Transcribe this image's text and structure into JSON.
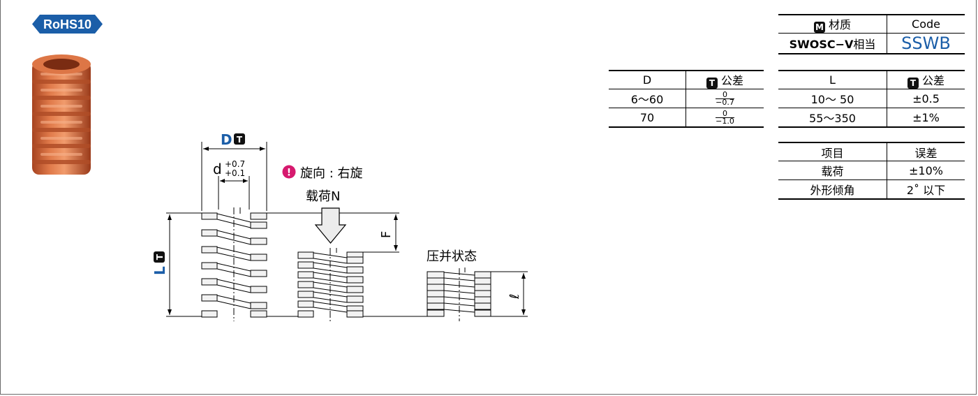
{
  "badge": {
    "rohs": "RoHS10"
  },
  "material_table": {
    "headers": {
      "badge": "M",
      "material": "材质",
      "code": "Code"
    },
    "row": {
      "material_bold": "SWOSC−V",
      "material_suffix": "相当",
      "code": "SSWB"
    }
  },
  "d_tolerance_table": {
    "headers": {
      "d": "D",
      "badge": "T",
      "tolerance": "公差"
    },
    "rows": [
      {
        "d": "6～60",
        "upper": "0",
        "lower": "−0.7"
      },
      {
        "d": "70",
        "upper": "0",
        "lower": "−1.0"
      }
    ]
  },
  "l_tolerance_table": {
    "headers": {
      "l": "L",
      "badge": "T",
      "tolerance": "公差"
    },
    "rows": [
      {
        "l": "10～ 50",
        "tol": "±0.5"
      },
      {
        "l": "55～350",
        "tol": "±1%"
      }
    ]
  },
  "error_table": {
    "headers": {
      "item": "项目",
      "error": "误差"
    },
    "rows": [
      {
        "item": "载荷",
        "error": "±10%"
      },
      {
        "item": "外形倾角",
        "error": "2˚ 以下"
      }
    ]
  },
  "diagram": {
    "label_D": "D",
    "badge_T": "T",
    "label_d": "d",
    "d_upper": "+0.7",
    "d_lower": "+0.1",
    "label_L": "L",
    "warning_icon": "!",
    "winding": "旋向 : 右旋",
    "load": "载荷N",
    "label_F": "F",
    "solid_state": "压并状态",
    "label_l": "ℓ"
  },
  "colors": {
    "accent_blue": "#1b5ea8",
    "spring_orange": "#d2683b",
    "warning_magenta": "#d6196e"
  },
  "icons": {
    "rohs": "rohs-badge-icon",
    "spring": "spring-photo-icon",
    "warning": "warning-icon",
    "arrow": "load-arrow-icon"
  }
}
